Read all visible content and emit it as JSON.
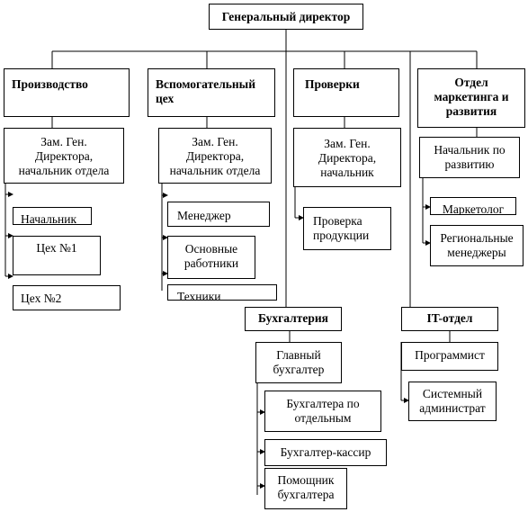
{
  "nodes": {
    "root": "Генеральный директор",
    "production": "Производство",
    "auxiliary": "Вспомогательный\nцех",
    "inspections": "Проверки",
    "marketing": "Отдел\nмаркетинга и\nразвития",
    "prod_deputy": "Зам. Ген.\nДиректора,\nначальник отдела",
    "prod_head": "Начальник",
    "workshop1": "Цех №1",
    "workshop2": "Цех №2",
    "aux_deputy": "Зам. Ген.\nДиректора,\nначальник отдела",
    "aux_manager": "Менеджер",
    "aux_main_workers": "Основные\nработники",
    "aux_technicians": "Техники",
    "insp_deputy": "Зам. Ген.\nДиректора,\nначальник",
    "product_inspection": "Проверка\nпродукции",
    "dev_head": "Начальник по\nразвитию",
    "marketer": "Маркетолог",
    "regional_managers": "Региональные\nменеджеры",
    "accounting": "Бухгалтерия",
    "chief_accountant": "Главный\nбухгалтер",
    "accountants_by_area": "Бухгалтера по\nотдельным",
    "cashier_accountant": "Бухгалтер-кассир",
    "assistant_accountant": "Помощник\nбухгалтера",
    "it_dept": "IT-отдел",
    "programmer": "Программист",
    "sysadmin": "Системный\nадминистрат"
  },
  "colors": {
    "line": "#000000",
    "box_border": "#000000",
    "background": "#ffffff"
  }
}
